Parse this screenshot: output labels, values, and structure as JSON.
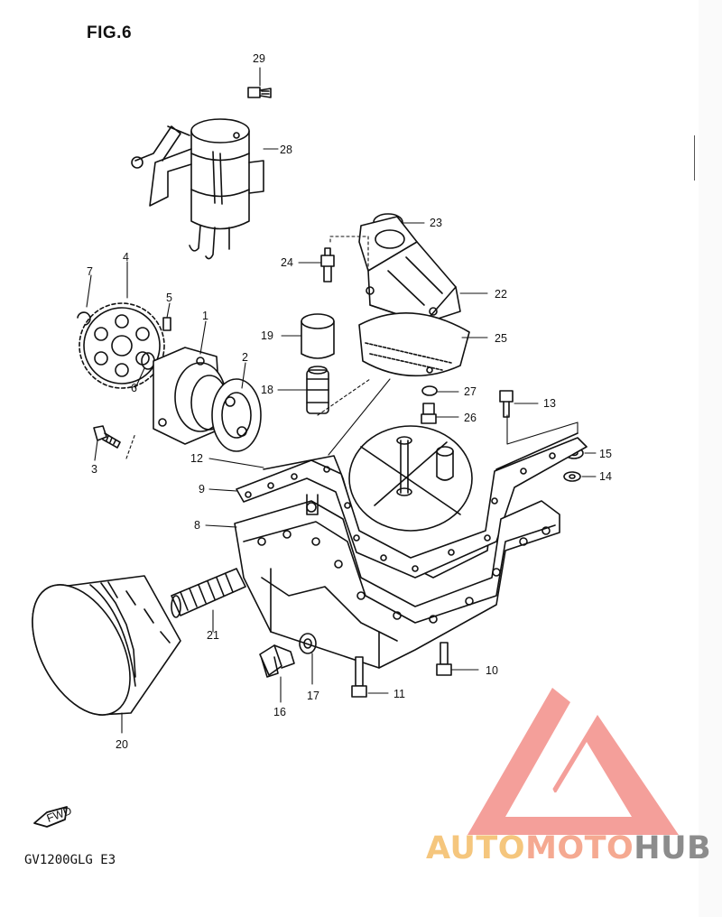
{
  "figure": {
    "title": "FIG.6",
    "model_code": "GV1200GLG E3",
    "fwd_label": "FWD"
  },
  "callouts": [
    "1",
    "2",
    "3",
    "4",
    "5",
    "6",
    "7",
    "8",
    "9",
    "10",
    "11",
    "12",
    "13",
    "14",
    "15",
    "16",
    "17",
    "18",
    "19",
    "20",
    "21",
    "22",
    "23",
    "24",
    "25",
    "26",
    "27",
    "28",
    "29"
  ],
  "watermark": {
    "part1": "AUTO",
    "part2": "MOTO",
    "part3": "HUB",
    "colors": {
      "auto": "#f5c67d",
      "moto": "#f5a991",
      "hub": "#8c8c8c",
      "logo": "#f07f78"
    }
  }
}
